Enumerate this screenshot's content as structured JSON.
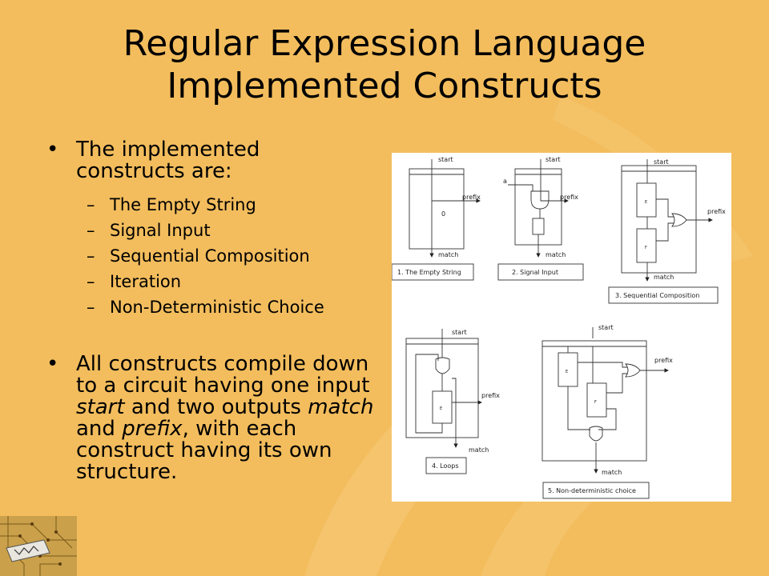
{
  "slide": {
    "title_line1": "Regular Expression Language",
    "title_line2": "Implemented Constructs",
    "bullet1": "The implemented constructs are:",
    "constructs": [
      "The Empty String",
      "Signal Input",
      "Sequential Composition",
      "Iteration",
      "Non-Deterministic Choice"
    ],
    "bullet2": {
      "part1": "All constructs compile down to a circuit having one input ",
      "start": "start",
      "part2": " and two outputs ",
      "match": "match",
      "part3": " and ",
      "prefix": "prefix",
      "part4": ", with each construct having its own structure."
    }
  },
  "figure": {
    "start": "start",
    "prefix": "prefix",
    "match": "match",
    "zero": "0",
    "signal_a": "a",
    "block_e": "E",
    "block_f": "F",
    "caption1": "1. The Empty String",
    "caption2": "2. Signal Input",
    "caption3": "3. Sequential Composition",
    "caption4": "4. Loops",
    "caption5": "5. Non-deterministic choice"
  },
  "colors": {
    "background": "#f3bd5d",
    "text": "#000000",
    "figure_bg": "#ffffff"
  }
}
